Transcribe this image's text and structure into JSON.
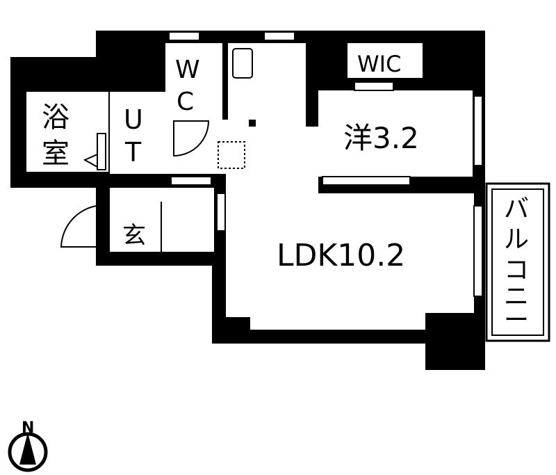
{
  "rooms": {
    "bath": {
      "line1": "浴",
      "line2": "室"
    },
    "utility": {
      "line1": "U",
      "line2": "T"
    },
    "wc": {
      "line1": "W",
      "line2": "C"
    },
    "walk_in_closet": {
      "label": "WIC"
    },
    "western_room": {
      "label": "洋3.2"
    },
    "ldk": {
      "label": "LDK10.2"
    },
    "entrance": {
      "line1": "玄"
    },
    "balcony": {
      "chars": [
        "バ",
        "ル",
        "コ",
        "ニ",
        "ー"
      ]
    }
  },
  "compass": {
    "label": "N"
  },
  "colors": {
    "wall": "#000000",
    "background": "#ffffff"
  }
}
